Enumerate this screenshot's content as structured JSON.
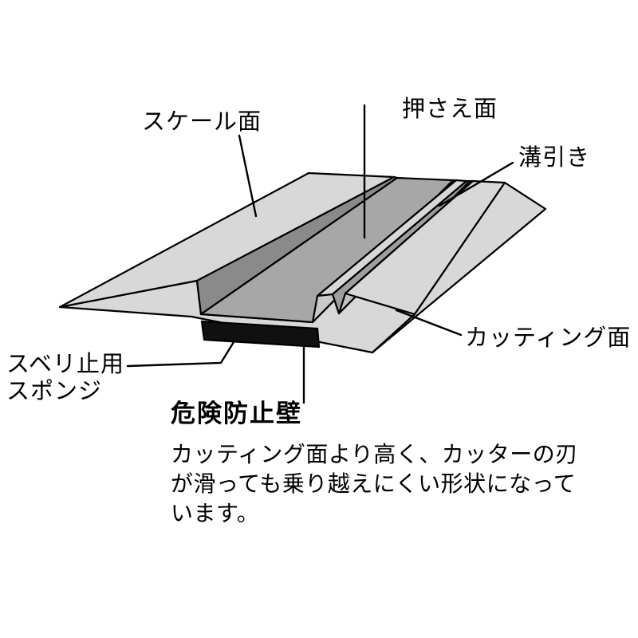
{
  "diagram": {
    "title_context": "ruler-cross-section-diagram",
    "labels": {
      "scale_face": "スケール面",
      "pressing_face": "押さえ面",
      "groove": "溝引き",
      "cutting_face": "カッティング面",
      "antislip_line1": "スベリ止用",
      "antislip_line2": "スポンジ",
      "safety_wall": "危険防止壁"
    },
    "description": {
      "line1": "カッティング面より高く、カッターの刃",
      "line2": "が滑っても乗り越えにくい形状になって",
      "line3": "います。"
    },
    "colors": {
      "background": "#ffffff",
      "body": "#d8d8d8",
      "step_wall": "#8a8a8a",
      "channel": "#a7a7a7",
      "wall_flank": "#c9c9c9",
      "groove_dark": "#9e9e9e",
      "groove_light": "#c2c2c2",
      "sponge": "#101010",
      "outline": "#000000"
    }
  }
}
